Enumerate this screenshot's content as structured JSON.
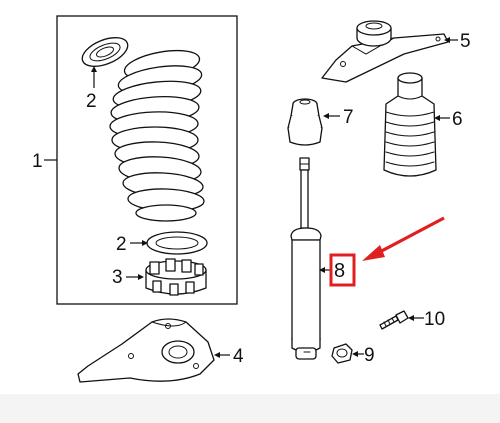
{
  "callouts": [
    {
      "id": "1",
      "label": "1"
    },
    {
      "id": "2a",
      "label": "2"
    },
    {
      "id": "2b",
      "label": "2"
    },
    {
      "id": "3",
      "label": "3"
    },
    {
      "id": "4",
      "label": "4"
    },
    {
      "id": "5",
      "label": "5"
    },
    {
      "id": "6",
      "label": "6"
    },
    {
      "id": "7",
      "label": "7"
    },
    {
      "id": "8",
      "label": "8"
    },
    {
      "id": "9",
      "label": "9"
    },
    {
      "id": "10",
      "label": "10"
    }
  ],
  "highlight": {
    "label_ref": "8",
    "box_color": "#e02020",
    "arrow_color": "#e02020"
  },
  "colors": {
    "line": "#111111",
    "footer": "#f4f4f4",
    "background": "#ffffff"
  }
}
